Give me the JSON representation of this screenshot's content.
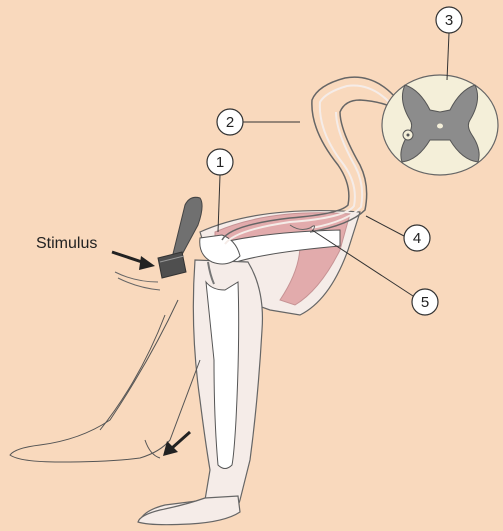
{
  "labels": {
    "stimulus": "Stimulus",
    "callout_1": "1",
    "callout_2": "2",
    "callout_3": "3",
    "callout_4": "4",
    "callout_5": "5"
  },
  "colors": {
    "background": "#f9d9bd",
    "skin": "#f5ece8",
    "bone": "#ffffff",
    "muscle": "#d4767c",
    "spinal_cord_white": "#f4efd9",
    "spinal_cord_grey": "#8c8c8c",
    "hammer": "#707070"
  },
  "icons": {
    "reflex_hammer": "reflex-hammer-icon",
    "arrow": "arrow-icon"
  }
}
